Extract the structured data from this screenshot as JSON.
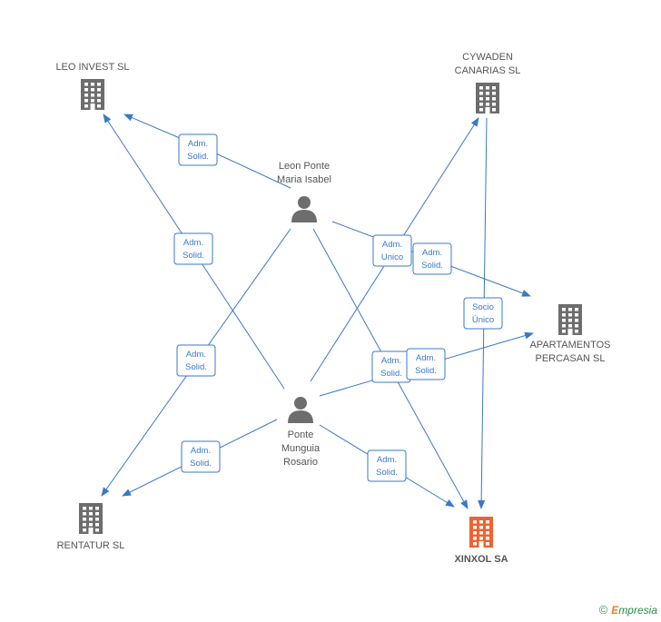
{
  "nodes": {
    "leo_invest": {
      "lines": [
        "LEO INVEST SL"
      ],
      "kind": "company"
    },
    "cywaden": {
      "lines": [
        "CYWADEN",
        "CANARIAS SL"
      ],
      "kind": "company"
    },
    "apartamentos": {
      "lines": [
        "APARTAMENTOS",
        "PERCASAN SL"
      ],
      "kind": "company"
    },
    "rentatur": {
      "lines": [
        "RENTATUR SL"
      ],
      "kind": "company"
    },
    "xinxol": {
      "lines": [
        "XINXOL SA"
      ],
      "kind": "company-main"
    },
    "leon_ponte": {
      "lines": [
        "Leon Ponte",
        "Maria Isabel"
      ],
      "kind": "person"
    },
    "ponte_munguia": {
      "lines": [
        "Ponte",
        "Munguia",
        "Rosario"
      ],
      "kind": "person"
    }
  },
  "edges": [
    {
      "from": "leon_ponte",
      "to": "leo_invest",
      "label": [
        "Adm.",
        "Solid."
      ]
    },
    {
      "from": "ponte_munguia",
      "to": "leo_invest",
      "label": [
        "Adm.",
        "Solid."
      ]
    },
    {
      "from": "ponte_munguia",
      "to": "cywaden",
      "label": [
        "Adm.",
        "Unico"
      ]
    },
    {
      "from": "leon_ponte",
      "to": "apartamentos",
      "label": [
        "Adm.",
        "Solid."
      ]
    },
    {
      "from": "cywaden",
      "to": "xinxol",
      "label": [
        "Socio",
        "Único"
      ]
    },
    {
      "from": "leon_ponte",
      "to": "rentatur",
      "label": [
        "Adm.",
        "Solid."
      ]
    },
    {
      "from": "leon_ponte",
      "to": "xinxol",
      "label": [
        "Adm.",
        "Solid."
      ]
    },
    {
      "from": "ponte_munguia",
      "to": "apartamentos",
      "label": [
        "Adm.",
        "Solid."
      ]
    },
    {
      "from": "ponte_munguia",
      "to": "rentatur",
      "label": [
        "Adm.",
        "Solid."
      ]
    },
    {
      "from": "ponte_munguia",
      "to": "xinxol",
      "label": [
        "Adm.",
        "Solid."
      ]
    }
  ],
  "colors": {
    "edge": "#3a78c8",
    "company": "#6d6d6d",
    "company_main": "#f0622f",
    "person": "#6d6d6d"
  },
  "footer": {
    "copyright": "©",
    "brand_initial": "E",
    "brand_rest": "mpresia"
  }
}
